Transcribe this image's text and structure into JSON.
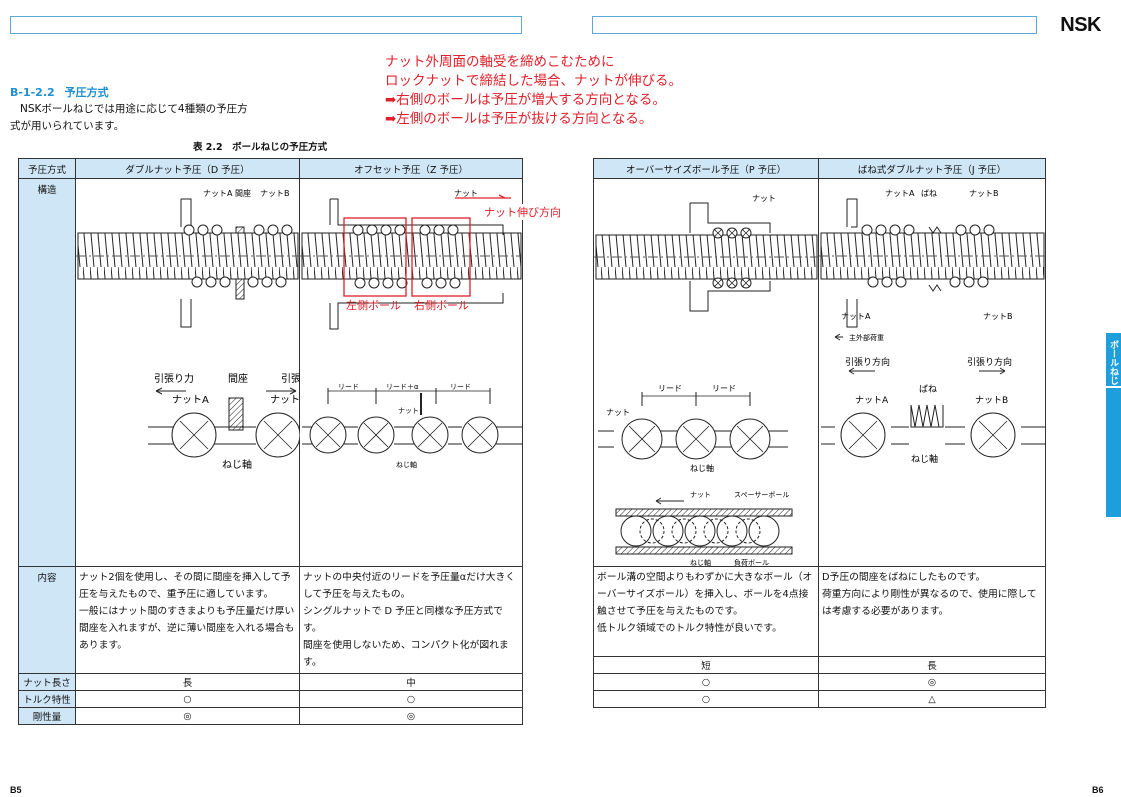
{
  "header": {
    "logo": "NSK"
  },
  "section": {
    "number": "B-1-2.2",
    "title": "予圧方式"
  },
  "intro": {
    "line1": "NSKボールねじでは用途に応じて4種類の予圧方",
    "line2": "式が用いられています。"
  },
  "table_caption": "表 2.2　ボールねじの予圧方式",
  "red_note": {
    "line1": "ナット外周面の軸受を締めこむために",
    "line2": "ロックナットで締結した場合、ナットが伸びる。",
    "line3": "➡右側のボールは予圧が増大する方向となる。",
    "line4": "➡左側のボールは予圧が抜ける方向となる。"
  },
  "table_left": {
    "h_method": "予圧方式",
    "h_double": "ダブルナット予圧（D 予圧）",
    "h_offset": "オフセット予圧（Z 予圧）",
    "row_structure": "構造",
    "row_content": "内容",
    "row_length": "ナット長さ",
    "row_torque": "トルク特性",
    "row_rigidity": "剛性量",
    "double_desc": [
      "ナット2個を使用し、その間に間座を挿入して予",
      "圧を与えたもので、重予圧に適しています。",
      "一般にはナット間のすきまよりも予圧量だけ厚い",
      "間座を入れますが、逆に薄い間座を入れる場合も",
      "あります。"
    ],
    "offset_desc": [
      "ナットの中央付近のリードを予圧量αだけ大きく",
      "して予圧を与えたもの。",
      "シングルナットで D 予圧と同様な予圧方式です。",
      "間座を使用しないため、コンパクト化が図れます。"
    ],
    "double_length": "長",
    "double_torque": "○",
    "double_rigidity": "◎",
    "offset_length": "中",
    "offset_torque": "○",
    "offset_rigidity": "◎"
  },
  "table_right": {
    "h_oversize": "オーバーサイズボール予圧（P 予圧）",
    "h_spring": "ばね式ダブルナット予圧（J 予圧）",
    "oversize_desc": [
      "ボール溝の空間よりもわずかに大きなボール（オ",
      "ーバーサイズボール）を挿入し、ボールを4点接",
      "触させて予圧を与えたものです。",
      "低トルク領域でのトルク特性が良いです。"
    ],
    "spring_desc": [
      "D予圧の間座をばねにしたものです。",
      "荷重方向により剛性が異なるので、使用に際して",
      "は考慮する必要があります。"
    ],
    "oversize_length": "短",
    "oversize_torque": "○",
    "oversize_rigidity": "○",
    "spring_length": "長",
    "spring_torque": "◎",
    "spring_rigidity": "△"
  },
  "fig": {
    "nut_a": "ナットA",
    "nut_b": "ナットB",
    "spacer": "間座",
    "nut": "ナット",
    "pull_force": "引張り力",
    "screw_shaft": "ねじ軸",
    "lead": "リード",
    "lead_alpha": "リード＋α",
    "spring": "ばね",
    "pull_direction": "引張り方向",
    "ext_load": "主外部荷重",
    "spacer_ball": "スペーサーボール",
    "load_ball": "負荷ボール",
    "nut_extend": "ナット伸び方向",
    "left_ball": "左側ボール",
    "right_ball": "右側ボール"
  },
  "side_tab": "ボールねじ",
  "page_left": "B5",
  "page_right": "B6",
  "colors": {
    "accent": "#1e9fdc",
    "header_fill": "#cfe6f6",
    "annotation": "#e0202a"
  }
}
